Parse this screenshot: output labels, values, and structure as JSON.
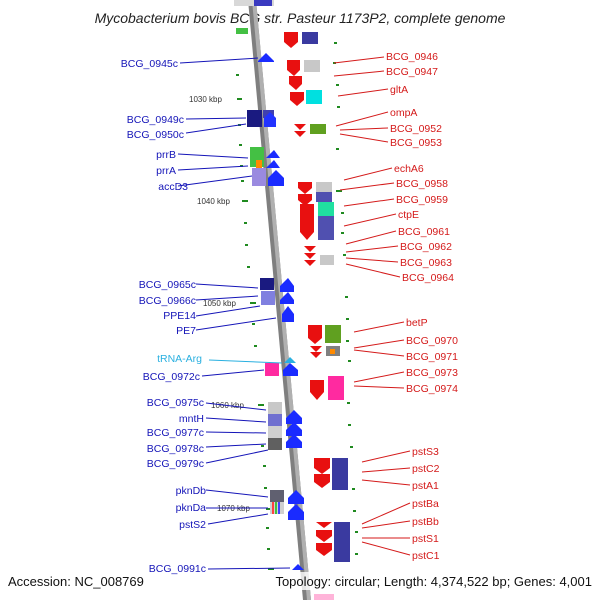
{
  "title": "Mycobacterium bovis BCG str. Pasteur 1173P2, complete genome",
  "footer": {
    "accession": "Accession: NC_008769",
    "topology": "Topology: circular; Length: 4,374,522 bp; Genes: 4,001"
  },
  "scale_labels": [
    "1030 kbp",
    "1040 kbp",
    "1050 kbp",
    "1060 kbp",
    "1070 kbp"
  ],
  "left_labels": [
    "BCG_0945c",
    "BCG_0949c",
    "BCG_0950c",
    "prrB",
    "prrA",
    "accD3",
    "BCG_0965c",
    "BCG_0966c",
    "PPE14",
    "PE7",
    "tRNA-Arg",
    "BCG_0972c",
    "BCG_0975c",
    "mntH",
    "BCG_0977c",
    "BCG_0978c",
    "BCG_0979c",
    "pknDb",
    "pknDa",
    "pstS2",
    "BCG_0991c"
  ],
  "right_labels": [
    "BCG_0946",
    "BCG_0947",
    "gltA",
    "ompA",
    "BCG_0952",
    "BCG_0953",
    "echA6",
    "BCG_0958",
    "BCG_0959",
    "ctpE",
    "BCG_0961",
    "BCG_0962",
    "BCG_0963",
    "BCG_0964",
    "betP",
    "BCG_0970",
    "BCG_0971",
    "BCG_0973",
    "BCG_0974",
    "pstS3",
    "pstC2",
    "pstA1",
    "pstBa",
    "pstBb",
    "pstS1",
    "pstC1"
  ],
  "colors": {
    "forward_label": "#d41a1a",
    "reverse_label": "#1515b8",
    "trna_label": "#2ab0e0",
    "backbone": "#8c8c8c",
    "tick": "#1f8a1f"
  }
}
